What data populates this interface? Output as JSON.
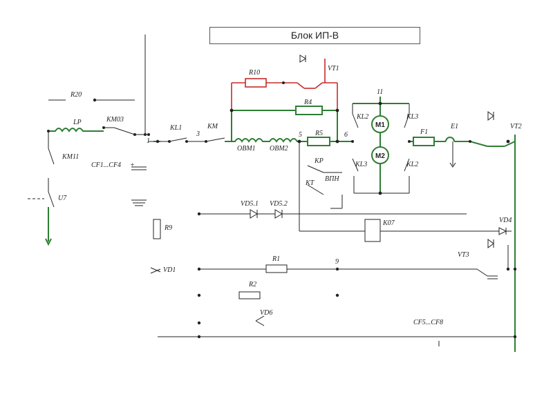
{
  "title": "Блок ИП-В",
  "labels": {
    "r20": "R20",
    "lp": "LP",
    "km03": "KM03",
    "km11": "KM11",
    "u7": "U7",
    "cf1": "CF1...CF4",
    "plus": "+",
    "n1": "1",
    "kl1": "KL1",
    "n3": "3",
    "km": "KM",
    "r10": "R10",
    "vt1": "VT1",
    "r4": "R4",
    "obm1": "OBM1",
    "obm2": "OBM2",
    "n5": "5",
    "r5": "R5",
    "n6": "6",
    "n11": "11",
    "kl2a": "KL2",
    "kl3a": "KL3",
    "kl3b": "KL3",
    "kl2b": "KL2",
    "m1": "M1",
    "m2": "M2",
    "f1": "F1",
    "e1": "E1",
    "vt2": "VT2",
    "kp": "KP",
    "vpn": "ВПН",
    "kt": "KT",
    "vd51": "VD5.1",
    "vd52": "VD5.2",
    "r9": "R9",
    "k07": "K07",
    "vd4": "VD4",
    "vd1": "VD1",
    "r1": "R1",
    "n9": "9",
    "vt3": "VT3",
    "r2": "R2",
    "vd6": "VD6",
    "cf5": "CF5...CF8"
  },
  "colors": {
    "line": "#222222",
    "power": "#2e7d32",
    "control": "#c62828"
  }
}
